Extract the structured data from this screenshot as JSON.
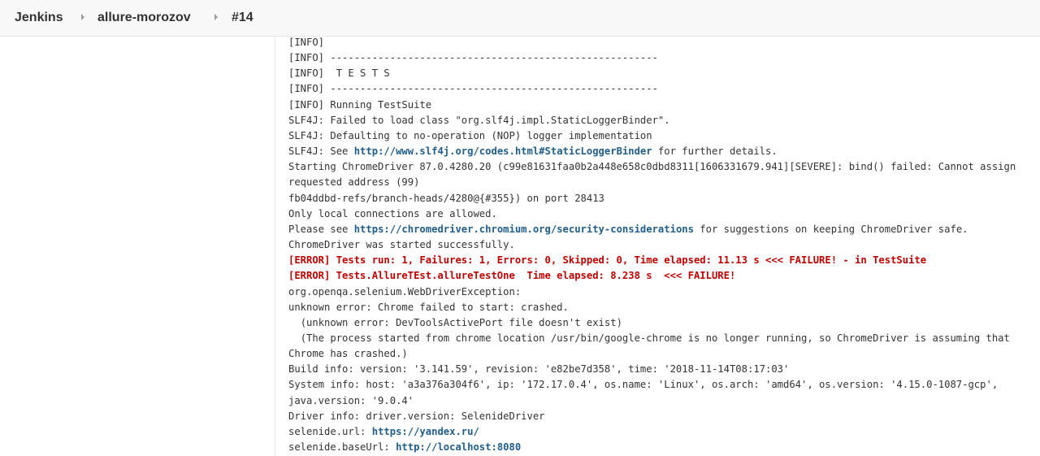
{
  "breadcrumb": {
    "root": "Jenkins",
    "job": "allure-morozov",
    "build": "#14"
  },
  "console": {
    "lines": [
      {
        "type": "text",
        "text": "[INFO]"
      },
      {
        "type": "text",
        "text": "[INFO] -------------------------------------------------------"
      },
      {
        "type": "text",
        "text": "[INFO]  T E S T S"
      },
      {
        "type": "text",
        "text": "[INFO] -------------------------------------------------------"
      },
      {
        "type": "text",
        "text": "[INFO] Running TestSuite"
      },
      {
        "type": "text",
        "text": "SLF4J: Failed to load class \"org.slf4j.impl.StaticLoggerBinder\"."
      },
      {
        "type": "text",
        "text": "SLF4J: Defaulting to no-operation (NOP) logger implementation"
      },
      {
        "type": "link_line",
        "before": "SLF4J: See ",
        "link": "http://www.slf4j.org/codes.html#StaticLoggerBinder",
        "after": " for further details."
      },
      {
        "type": "text",
        "text": "Starting ChromeDriver 87.0.4280.20 (c99e81631faa0b2a448e658c0dbd8311[1606331679.941][SEVERE]: bind() failed: Cannot assign requested address (99)"
      },
      {
        "type": "text",
        "text": "fb04ddbd-refs/branch-heads/4280@{#355}) on port 28413"
      },
      {
        "type": "text",
        "text": "Only local connections are allowed."
      },
      {
        "type": "link_line",
        "before": "Please see ",
        "link": "https://chromedriver.chromium.org/security-considerations",
        "after": " for suggestions on keeping ChromeDriver safe."
      },
      {
        "type": "text",
        "text": "ChromeDriver was started successfully."
      },
      {
        "type": "error",
        "text": "[ERROR] Tests run: 1, Failures: 1, Errors: 0, Skipped: 0, Time elapsed: 11.13 s <<< FAILURE! - in TestSuite"
      },
      {
        "type": "error",
        "text": "[ERROR] Tests.AllureTEst.allureTestOne  Time elapsed: 8.238 s  <<< FAILURE!"
      },
      {
        "type": "text",
        "text": "org.openqa.selenium.WebDriverException:"
      },
      {
        "type": "text",
        "text": "unknown error: Chrome failed to start: crashed."
      },
      {
        "type": "text",
        "text": "  (unknown error: DevToolsActivePort file doesn't exist)"
      },
      {
        "type": "text",
        "text": "  (The process started from chrome location /usr/bin/google-chrome is no longer running, so ChromeDriver is assuming that Chrome has crashed.)"
      },
      {
        "type": "text",
        "text": "Build info: version: '3.141.59', revision: 'e82be7d358', time: '2018-11-14T08:17:03'"
      },
      {
        "type": "text",
        "text": "System info: host: 'a3a376a304f6', ip: '172.17.0.4', os.name: 'Linux', os.arch: 'amd64', os.version: '4.15.0-1087-gcp', java.version: '9.0.4'"
      },
      {
        "type": "text",
        "text": "Driver info: driver.version: SelenideDriver"
      },
      {
        "type": "link_line",
        "before": "selenide.url: ",
        "link": "https://yandex.ru/",
        "after": ""
      },
      {
        "type": "link_line",
        "before": "selenide.baseUrl: ",
        "link": "http://localhost:8080",
        "after": ""
      }
    ]
  }
}
